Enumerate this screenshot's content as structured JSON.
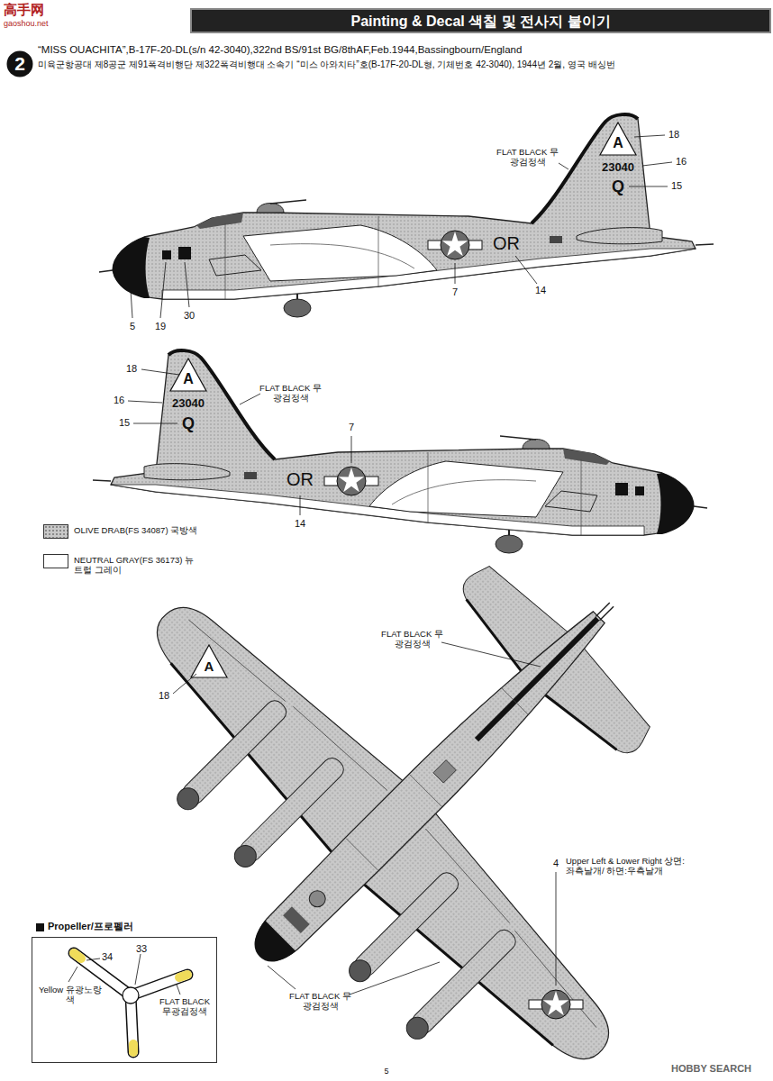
{
  "diagram": {
    "title": "Painting & Decal 색칠 및 전사지 붙이기",
    "nodes": [
      {
        "text": [
          "2"
        ]
      },
      {
        "text": [
          "Propeller/프로펠러",
          "34",
          "33",
          "Yellow 유광노랑색",
          "FLAT BLACK 무광검정색"
        ]
      }
    ],
    "labels": [
      "“MISS OUACHITA”,B-17F-20-DL(s/n 42-3040),322nd BS/91st BG/8thAF,Feb.1944,Bassingbourn/England",
      "미육군항공대 제8공군 제91폭격비행단 제322폭격비행대 소속기 “미스 아와치타”호(B-17F-20-DL형, 기체번호 42-3040), 1944년 2월, 영국 배싱번",
      "FLAT BLACK 무광검정색",
      "A",
      "23040",
      "Q",
      "OR",
      "18",
      "16",
      "15",
      "5",
      "19",
      "30",
      "7",
      "14",
      "18",
      "16",
      "15",
      "FLAT BLACK 무광검정색",
      "A",
      "23040",
      "Q",
      "OR",
      "7",
      "14",
      "FLAT BLACK 무광검정색",
      "A",
      "18",
      "4",
      "Upper Left & Lower Right 상면:좌측날개/ 하면:우측날개",
      "FLAT BLACK 무광검정색",
      "5",
      "HOBBY SEARCH",
      "高手网",
      "gaoshou.net"
    ],
    "legend": [
      {
        "text": "OLIVE DRAB(FS 34087) 국방색",
        "color": "#c9c9c9"
      },
      {
        "text": "NEUTRAL GRAY(FS 36173) 뉴트럴 그레이",
        "color": "#ffffff"
      }
    ]
  }
}
